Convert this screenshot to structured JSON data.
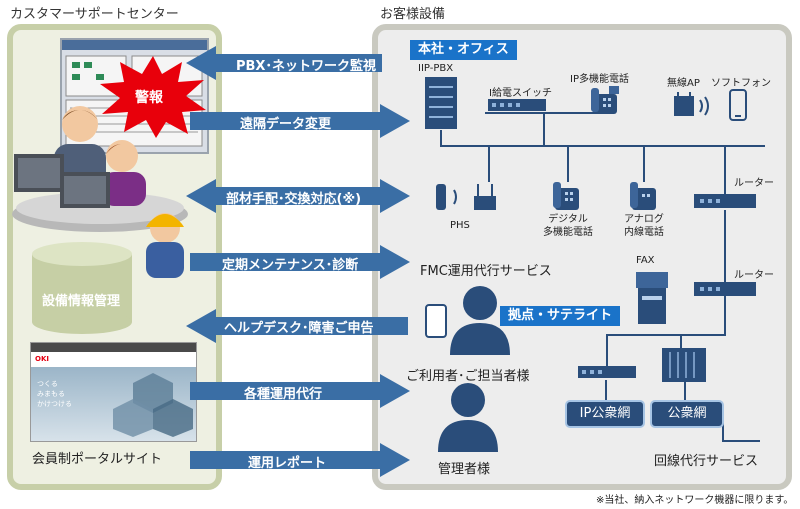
{
  "left_title": "カスタマーサポートセンター",
  "right_title": "お客様設備",
  "alarm_label": "警報",
  "db_label": "設備情報管理",
  "portal_label": "会員制ポータルサイト",
  "portal_logo": "OKI",
  "portal_hero_text": [
    "つくる",
    "みまもる",
    "かけつける"
  ],
  "arrows": [
    {
      "label": "PBX･ネットワーク監視",
      "direction": "left"
    },
    {
      "label": "遠隔データ変更",
      "direction": "right"
    },
    {
      "label": "部材手配･交換対応(※)",
      "direction": "both"
    },
    {
      "label": "定期メンテナンス･診断",
      "direction": "right"
    },
    {
      "label": "ヘルプデスク･障害ご申告",
      "direction": "left"
    },
    {
      "label": "各種運用代行",
      "direction": "right"
    },
    {
      "label": "運用レポート",
      "direction": "right"
    }
  ],
  "hq_tag": "本社・オフィス",
  "branch_tag": "拠点・サテライト",
  "devices": {
    "ippbx": "IIP-PBX",
    "poe_switch": "I給電スイッチ",
    "ip_phone": "IP多機能電話",
    "wireless_ap": "無線AP",
    "softphone": "ソフトフォン",
    "phs": "PHS",
    "digital_phone": "デジタル\n多機能電話",
    "analog_phone": "アナログ\n内線電話",
    "router1": "ルーター",
    "router2": "ルーター",
    "fax": "FAX"
  },
  "fmc_label": "FMC運用代行サービス",
  "user_label": "ご利用者･ご担当者様",
  "admin_label": "管理者様",
  "ip_network": "IP公衆網",
  "public_network": "公衆網",
  "line_service": "回線代行サービス",
  "footnote": "※当社、納入ネットワーク機器に限ります。"
}
